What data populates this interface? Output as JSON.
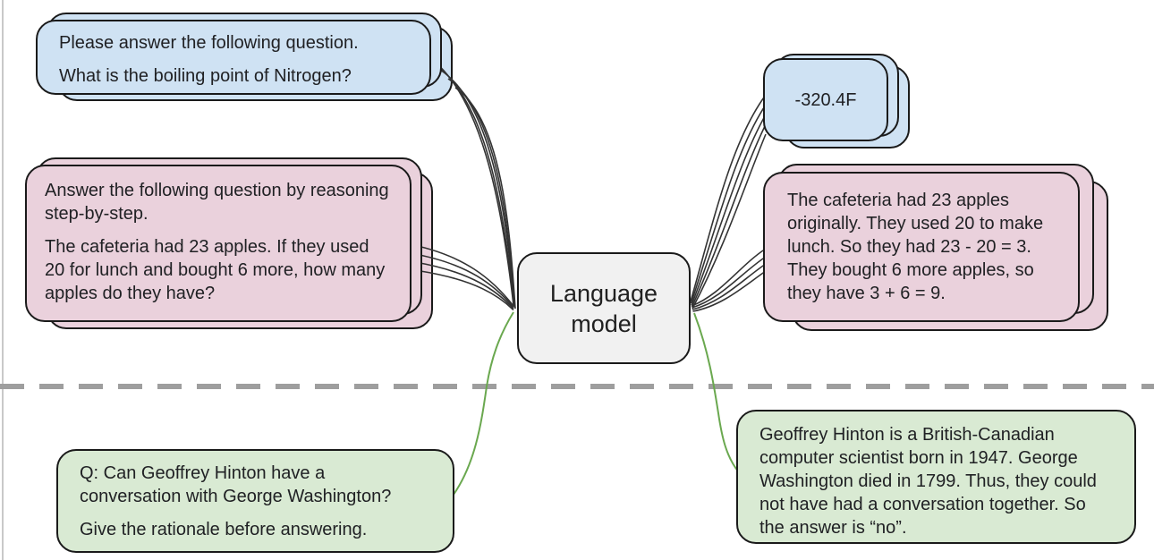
{
  "figure": {
    "model_label": "Language model",
    "top_left_prompt": {
      "kind": "few-shot direct prompt",
      "paragraphs": [
        "Please answer the following question.",
        "What is the boiling point of Nitrogen?"
      ]
    },
    "left_cot_prompt": {
      "kind": "chain-of-thought prompt",
      "paragraphs": [
        "Answer the following question by reasoning step-by-step.",
        "The cafeteria had 23 apples. If they used 20 for lunch and bought 6 more, how many apples do they have?"
      ]
    },
    "top_right_answer": {
      "kind": "direct answer",
      "text": "-320.4F"
    },
    "right_cot_answer": {
      "kind": "chain-of-thought answer",
      "text": "The cafeteria had 23 apples originally. They used 20 to make lunch. So they had 23 - 20 = 3. They bought 6 more apples, so they have 3 + 6 = 9."
    },
    "bottom_left_prompt": {
      "kind": "zero-shot rationale prompt",
      "paragraphs": [
        "Q: Can Geoffrey Hinton have a conversation with George Washington?",
        "Give the rationale before answering."
      ]
    },
    "bottom_right_answer": {
      "kind": "zero-shot rationale answer",
      "text": "Geoffrey Hinton is a British-Canadian computer scientist born in 1947. George Washington died in 1799. Thus, they could not have had a conversation together. So the answer is “no”."
    }
  },
  "colors": {
    "card_blue": "#cfe2f3",
    "card_pink": "#ead1dc",
    "card_green": "#d9ead3",
    "model_box_gray": "#f1f1f1",
    "card_border": "#1a1a1a",
    "connector_dark": "#333333",
    "connector_green": "#6aa84f",
    "divider_gray": "#9e9e9e"
  }
}
